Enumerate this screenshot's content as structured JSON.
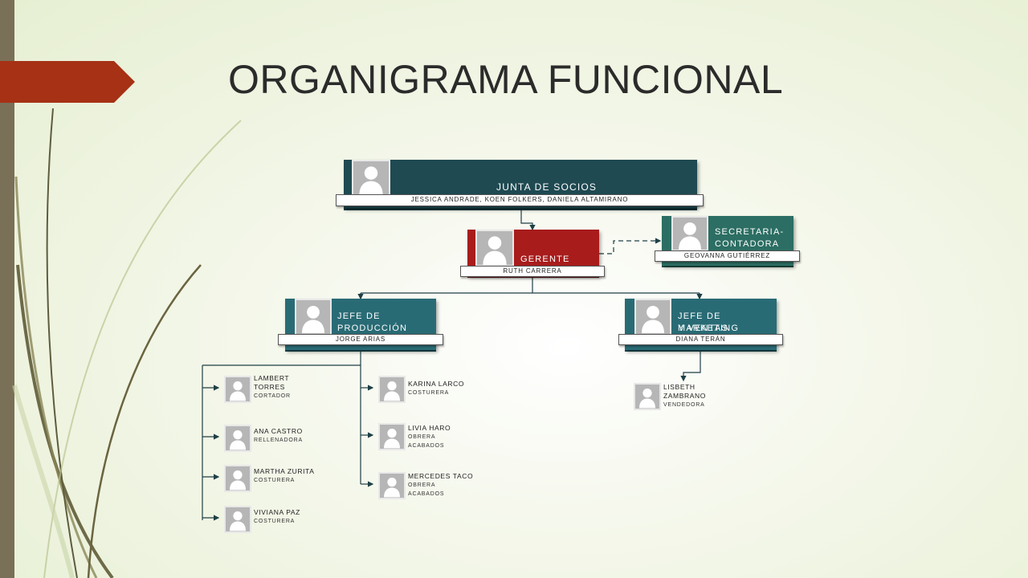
{
  "slide": {
    "title": "ORGANIGRAMA FUNCIONAL"
  },
  "colors": {
    "accent_flag": "#a63115",
    "left_bar": "#7a7057",
    "board_box": "#1f4a52",
    "manager_box": "#a81c1c",
    "secretary_box": "#2c6e63",
    "department_box": "#296b75"
  },
  "org": {
    "board": {
      "title": "JUNTA DE SOCIOS",
      "names": "JESSICA ANDRADE, KOEN FOLKERS, DANIELA ALTAMIRANO"
    },
    "manager": {
      "title": "GERENTE",
      "name": "RUTH CARRERA"
    },
    "secretary": {
      "title_line1": "SECRETARIA-",
      "title_line2": "CONTADORA",
      "name": "GEOVANNA GUTIÉRREZ"
    },
    "production": {
      "title_line1": "JEFE DE",
      "title_line2": "PRODUCCIÓN",
      "name": "JORGE ARIAS"
    },
    "marketing": {
      "title_line1": "JEFE DE MARKETING",
      "title_line2": "Y VENTAS",
      "name": "DIANA TERÁN"
    },
    "production_staff_left": [
      {
        "name_line1": "LAMBERT",
        "name_line2": "TORRES",
        "role_line1": "CORTADOR",
        "role_line2": ""
      },
      {
        "name_line1": "ANA CASTRO",
        "name_line2": "",
        "role_line1": "RELLENADORA",
        "role_line2": ""
      },
      {
        "name_line1": "MARTHA ZURITA",
        "name_line2": "",
        "role_line1": "COSTURERA",
        "role_line2": ""
      },
      {
        "name_line1": "VIVIANA PAZ",
        "name_line2": "",
        "role_line1": "COSTURERA",
        "role_line2": ""
      }
    ],
    "production_staff_right": [
      {
        "name_line1": "KARINA LARCO",
        "name_line2": "",
        "role_line1": "COSTURERA",
        "role_line2": ""
      },
      {
        "name_line1": "LIVIA HARO",
        "name_line2": "",
        "role_line1": "OBRERA",
        "role_line2": "ACABADOS"
      },
      {
        "name_line1": "MERCEDES TACO",
        "name_line2": "",
        "role_line1": "OBRERA",
        "role_line2": "ACABADOS"
      }
    ],
    "marketing_staff": [
      {
        "name_line1": "LISBETH",
        "name_line2": "ZAMBRANO",
        "role_line1": "VENDEDORA",
        "role_line2": ""
      }
    ]
  },
  "icons": {
    "photo_placeholder": "person-silhouette-icon"
  }
}
